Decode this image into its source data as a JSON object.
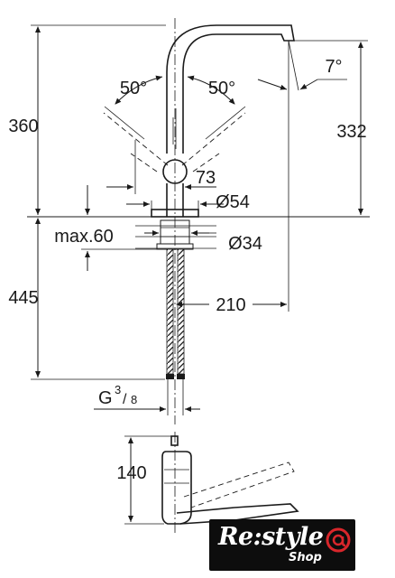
{
  "labels": {
    "total_height": "360",
    "spout_height": "332",
    "tilt_angle": "7°",
    "swivel_left": "50°",
    "swivel_right": "50°",
    "lever_offset": "73",
    "base_diameter": "Ø54",
    "max_deck_thickness": "max.60",
    "mount_diameter": "Ø34",
    "hose_length": "445",
    "reach": "210",
    "connection_thread": "G",
    "connection_thread_num": "3",
    "connection_thread_den": "8",
    "side_height": "140"
  },
  "logo": {
    "brand": "Re:style",
    "sub": "Shop"
  },
  "colors": {
    "line": "#1a1a1a",
    "logo_bg": "#0d0d0d",
    "logo_accent": "#d9262b",
    "logo_text": "#ffffff"
  }
}
